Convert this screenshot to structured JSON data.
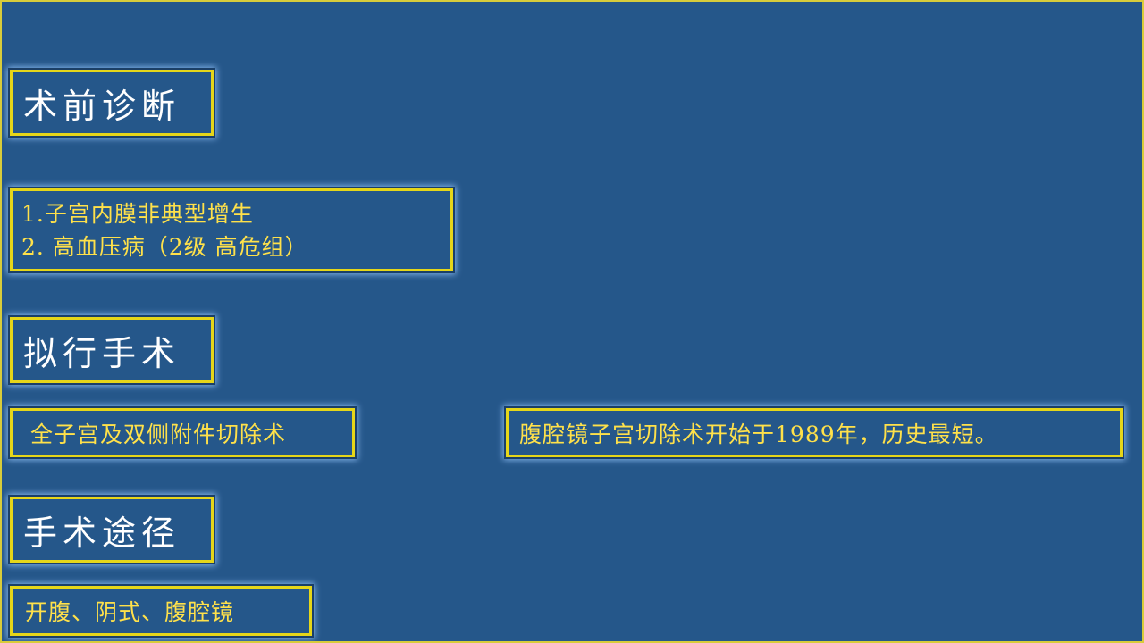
{
  "sections": {
    "diagnosis": {
      "heading": "术前诊断",
      "lines": [
        "1.子宫内膜非典型增生",
        "2. 高血压病（2级 高危组）"
      ]
    },
    "planned_surgery": {
      "heading": "拟行手术",
      "item": "全子宫及双侧附件切除术",
      "note": "腹腔镜子宫切除术开始于1989年，历史最短。"
    },
    "approach": {
      "heading": "手术途径",
      "item": "开腹、阴式、腹腔镜"
    }
  },
  "colors": {
    "background": "#25578a",
    "border": "#e6d619",
    "heading_text": "#ffffff",
    "item_text": "#ffe14a"
  }
}
